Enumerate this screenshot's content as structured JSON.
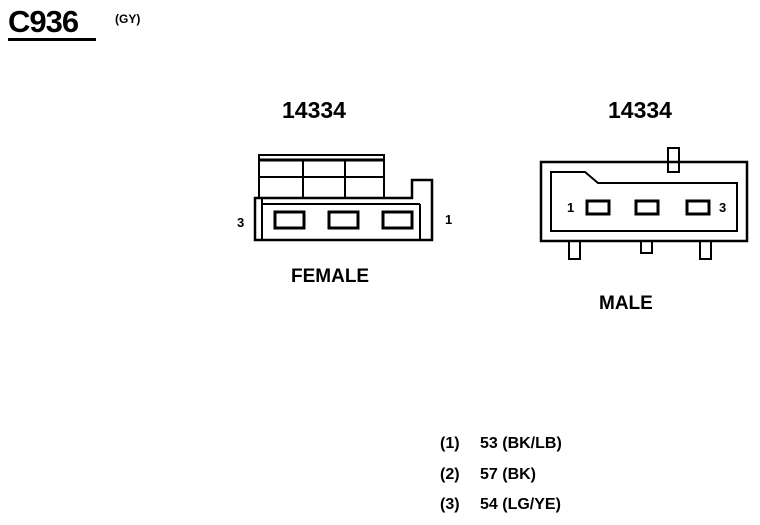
{
  "header": {
    "connector_id": "C936",
    "color_code": "(GY)"
  },
  "female": {
    "part_number": "14334",
    "label": "FEMALE",
    "pin_left": "3",
    "pin_right": "1"
  },
  "male": {
    "part_number": "14334",
    "label": "MALE",
    "pin_left": "1",
    "pin_right": "3"
  },
  "circuits": [
    {
      "pin": "(1)",
      "circuit": "53 (BK/LB)"
    },
    {
      "pin": "(2)",
      "circuit": "57 (BK)"
    },
    {
      "pin": "(3)",
      "circuit": "54 (LG/YE)"
    }
  ]
}
